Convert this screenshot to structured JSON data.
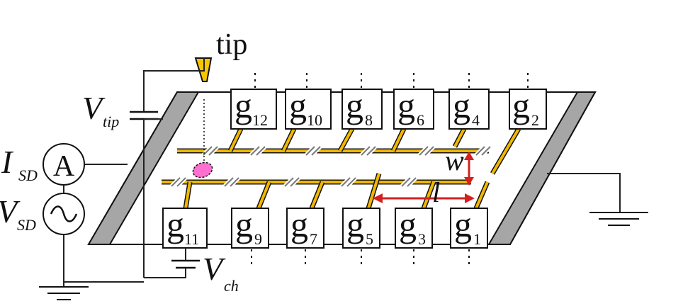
{
  "labels": {
    "tip": "tip",
    "v_tip_main": "V",
    "v_tip_sub": "tip",
    "i_sd_main": "I",
    "i_sd_sub": "SD",
    "v_sd_main": "V",
    "v_sd_sub": "SD",
    "ammeter": "A",
    "ac_source": "~",
    "v_ch_main": "V",
    "v_ch_sub": "ch",
    "width": "w",
    "length": "l"
  },
  "gates_top": [
    {
      "main": "g",
      "sub": "12"
    },
    {
      "main": "g",
      "sub": "10"
    },
    {
      "main": "g",
      "sub": "8"
    },
    {
      "main": "g",
      "sub": "6"
    },
    {
      "main": "g",
      "sub": "4"
    },
    {
      "main": "g",
      "sub": "2"
    }
  ],
  "gates_bottom": [
    {
      "main": "g",
      "sub": "11"
    },
    {
      "main": "g",
      "sub": "9"
    },
    {
      "main": "g",
      "sub": "7"
    },
    {
      "main": "g",
      "sub": "5"
    },
    {
      "main": "g",
      "sub": "3"
    },
    {
      "main": "g",
      "sub": "1"
    }
  ],
  "colors": {
    "gate_finger": "#f2b800",
    "tip": "#f7c600",
    "contact": "#a6a6a6",
    "arrow": "#d42020",
    "spot": "#ff6fd0"
  }
}
